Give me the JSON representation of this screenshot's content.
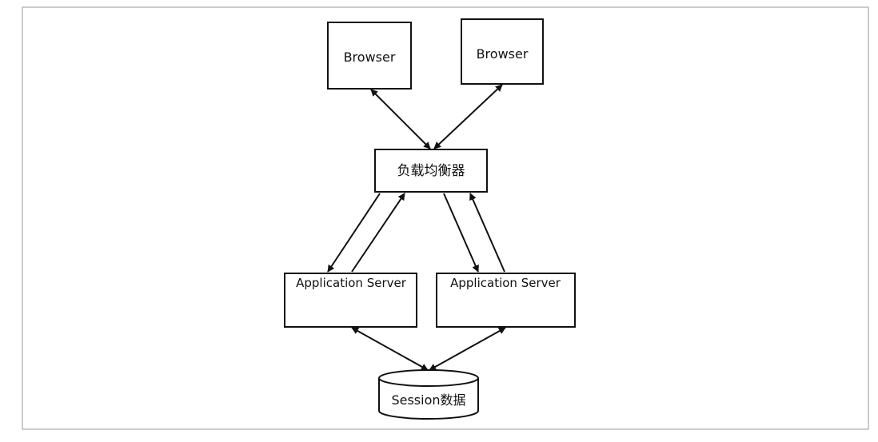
{
  "diagram": {
    "nodes": {
      "browser_left": "Browser",
      "browser_right": "Browser",
      "load_balancer": "负载均衡器",
      "app_server_left": "Application Server",
      "app_server_right": "Application Server",
      "session_store": "Session数据"
    }
  }
}
